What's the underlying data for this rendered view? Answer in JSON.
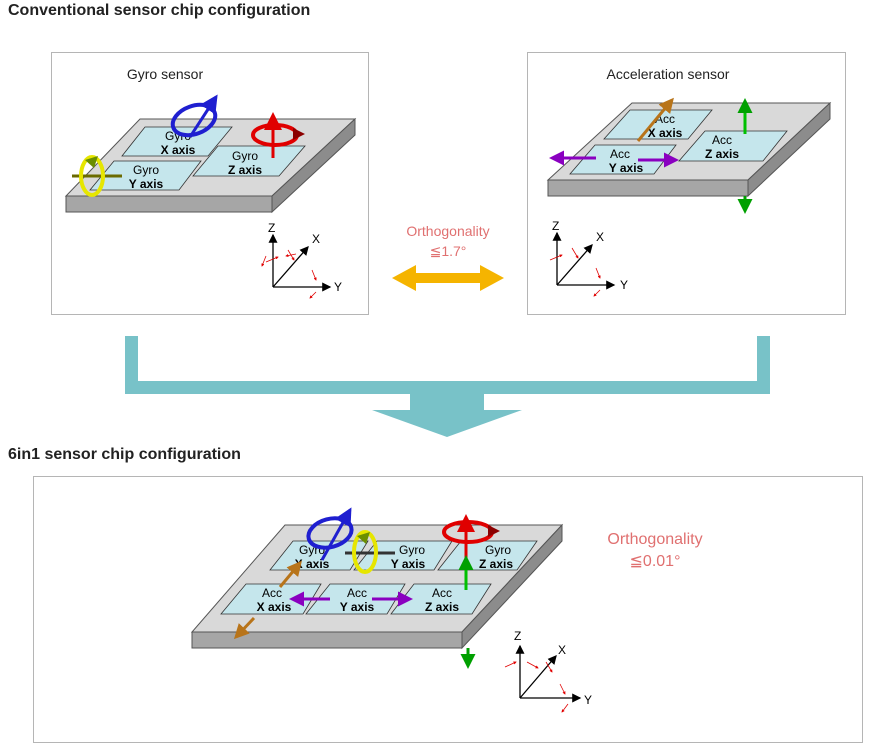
{
  "sections": {
    "conventional_title": "Conventional sensor chip configuration",
    "sixin1_title": "6in1 sensor chip configuration"
  },
  "gyro_panel": {
    "title": "Gyro sensor",
    "chips": [
      {
        "line1": "Gyro",
        "line2": "X  axis"
      },
      {
        "line1": "Gyro",
        "line2": "Y  axis"
      },
      {
        "line1": "Gyro",
        "line2": "Z  axis"
      }
    ]
  },
  "acc_panel": {
    "title": "Acceleration sensor",
    "chips": [
      {
        "line1": "Acc",
        "line2": "X  axis"
      },
      {
        "line1": "Acc",
        "line2": "Y  axis"
      },
      {
        "line1": "Acc",
        "line2": "Z  axis"
      }
    ]
  },
  "middle": {
    "label": "Orthogonality",
    "value": "≦1.7°"
  },
  "combined_panel": {
    "label": "Orthogonality",
    "value": "≦0.01°",
    "gyro_chips": [
      {
        "line1": "Gyro",
        "line2": "X  axis"
      },
      {
        "line1": "Gyro",
        "line2": "Y  axis"
      },
      {
        "line1": "Gyro",
        "line2": "Z  axis"
      }
    ],
    "acc_chips": [
      {
        "line1": "Acc",
        "line2": "X  axis"
      },
      {
        "line1": "Acc",
        "line2": "Y  axis"
      },
      {
        "line1": "Acc",
        "line2": "Z  axis"
      }
    ]
  },
  "axes": {
    "x": "X",
    "y": "Y",
    "z": "Z"
  },
  "colors": {
    "chip_fill": "#c5e6ec",
    "board_top": "#d9d9d9",
    "flow_arrow": "#78c2c8",
    "double_arrow": "#f5b400",
    "orthogonality_text": "#e07070",
    "gyro_x": "#1f1fd0",
    "gyro_y": "#e6e600",
    "gyro_z": "#e00000",
    "acc_x": "#b8741a",
    "acc_y": "#8a00c0",
    "acc_z": "#00a000"
  }
}
